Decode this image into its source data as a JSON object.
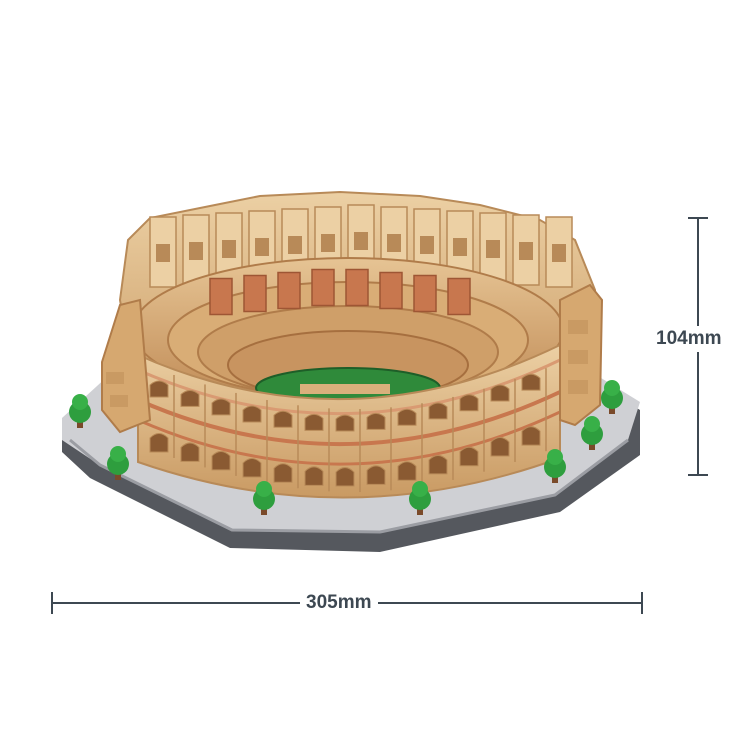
{
  "dimensions": {
    "width_label": "305mm",
    "height_label": "104mm"
  },
  "model": {
    "icon": "colosseum-brick-model",
    "colors": {
      "stone": "#dcb27e",
      "stone_light": "#ecd0a4",
      "stone_dark": "#b88a58",
      "terracotta": "#c8774e",
      "base_light": "#cfd0d4",
      "base_dark": "#55585e",
      "arena_green": "#2f8a3a",
      "tree_green": "#2e9e3e",
      "tree_trunk": "#7a4a2a",
      "dimension_line": "#3d4852"
    }
  }
}
